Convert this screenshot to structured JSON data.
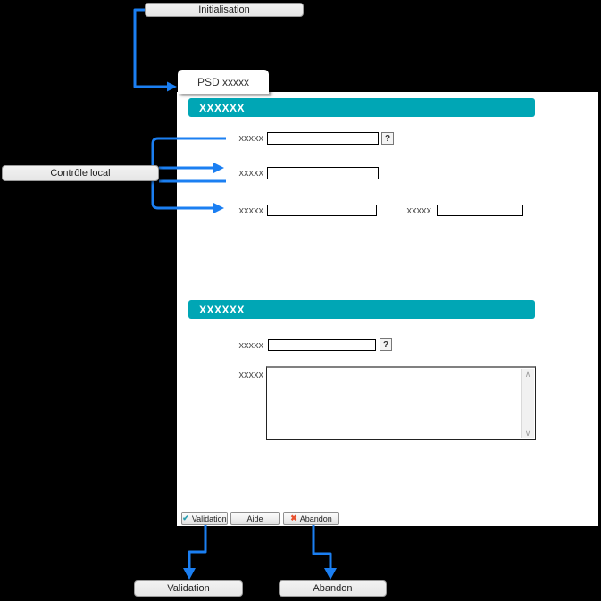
{
  "colors": {
    "teal": "#00A6B5",
    "blue": "#1B7FF2",
    "check": "#2B9EB0",
    "cross": "#E8502D"
  },
  "flow": {
    "init_label": "Initialisation",
    "control_label": "Contrôle local",
    "validation_label": "Validation",
    "abandon_label": "Abandon"
  },
  "window": {
    "tab_label": "PSD xxxxx"
  },
  "section1": {
    "header": "XXXXXX",
    "field1": {
      "label": "xxxxx",
      "value": "",
      "help": "?"
    },
    "field2": {
      "label": "xxxxx",
      "value": ""
    },
    "field3a": {
      "label": "xxxxx",
      "value": ""
    },
    "field3b": {
      "label": "xxxxx",
      "value": ""
    }
  },
  "section2": {
    "header": "XXXXXX",
    "field": {
      "label": "xxxxx",
      "value": "",
      "help": "?"
    },
    "textarea": {
      "label": "xxxxx",
      "value": "",
      "scroll_up": "∧",
      "scroll_down": "∨"
    }
  },
  "toolbar": {
    "validation": {
      "label": "Validation",
      "icon": "✔"
    },
    "aide": {
      "label": "Aide"
    },
    "abandon": {
      "label": "Abandon",
      "icon": "✖"
    }
  }
}
